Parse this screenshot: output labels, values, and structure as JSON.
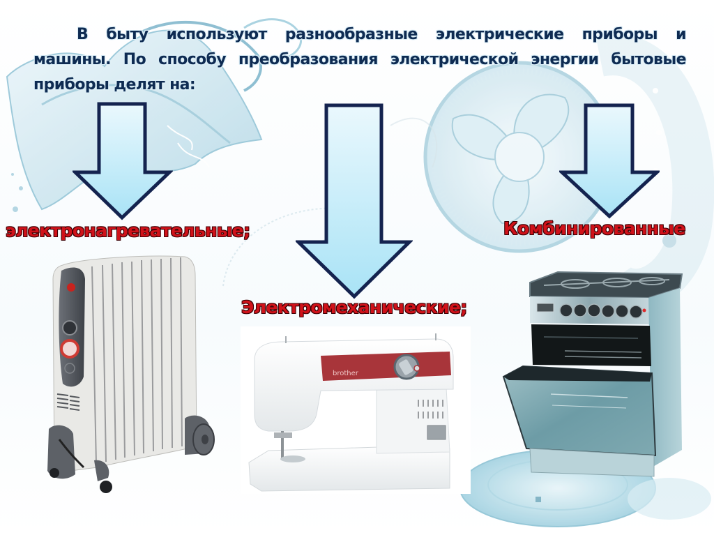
{
  "slide": {
    "intro_text": "В быту используют разнообразные электрические приборы и машины. По способу преобразования электрической энергии бытовые приборы делят на:",
    "categories": [
      {
        "label": "электронагревательные;",
        "appliance": "oil-radiator-heater"
      },
      {
        "label": "Электромеханические;",
        "appliance": "sewing-machine"
      },
      {
        "label": "Комбинированные",
        "appliance": "gas-electric-stove"
      }
    ],
    "appliance_details": {
      "sewing_machine_brand": "brother"
    },
    "background_motifs": [
      "iron",
      "fan",
      "robot-vacuum"
    ]
  },
  "colors": {
    "intro_text": "#0e2b52",
    "label_text": "#d0121a",
    "arrow_border": "#14234f",
    "arrow_fill_top": "#eaf8fd",
    "arrow_fill_bottom": "#a9e3f6",
    "background_motif": "#b9dbe8"
  }
}
